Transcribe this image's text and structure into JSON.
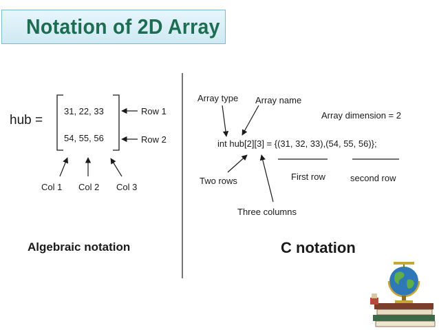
{
  "title": "Notation of 2D Array",
  "algebraic": {
    "variable": "hub =",
    "row_1_values": "31, 22, 33",
    "row_2_values": "54, 55, 56",
    "row_1_label": "Row 1",
    "row_2_label": "Row 2",
    "col_1_label": "Col 1",
    "col_2_label": "Col 2",
    "col_3_label": "Col 3",
    "caption": "Algebraic notation"
  },
  "c": {
    "array_type_label": "Array type",
    "array_name_label": "Array name",
    "array_dimension_label": "Array dimension = 2",
    "declaration": "int hub[2][3] = {(31, 32, 33),(54, 55, 56)};",
    "two_rows_label": "Two rows",
    "first_row_label": "First row",
    "second_row_label": "second row",
    "three_columns_label": "Three columns",
    "caption": "C notation"
  },
  "colors": {
    "title_text": "#1c6d52",
    "title_background": "#cfe9f4",
    "line": "#1a1a1a"
  },
  "icons": [
    "globe-and-books-icon"
  ]
}
